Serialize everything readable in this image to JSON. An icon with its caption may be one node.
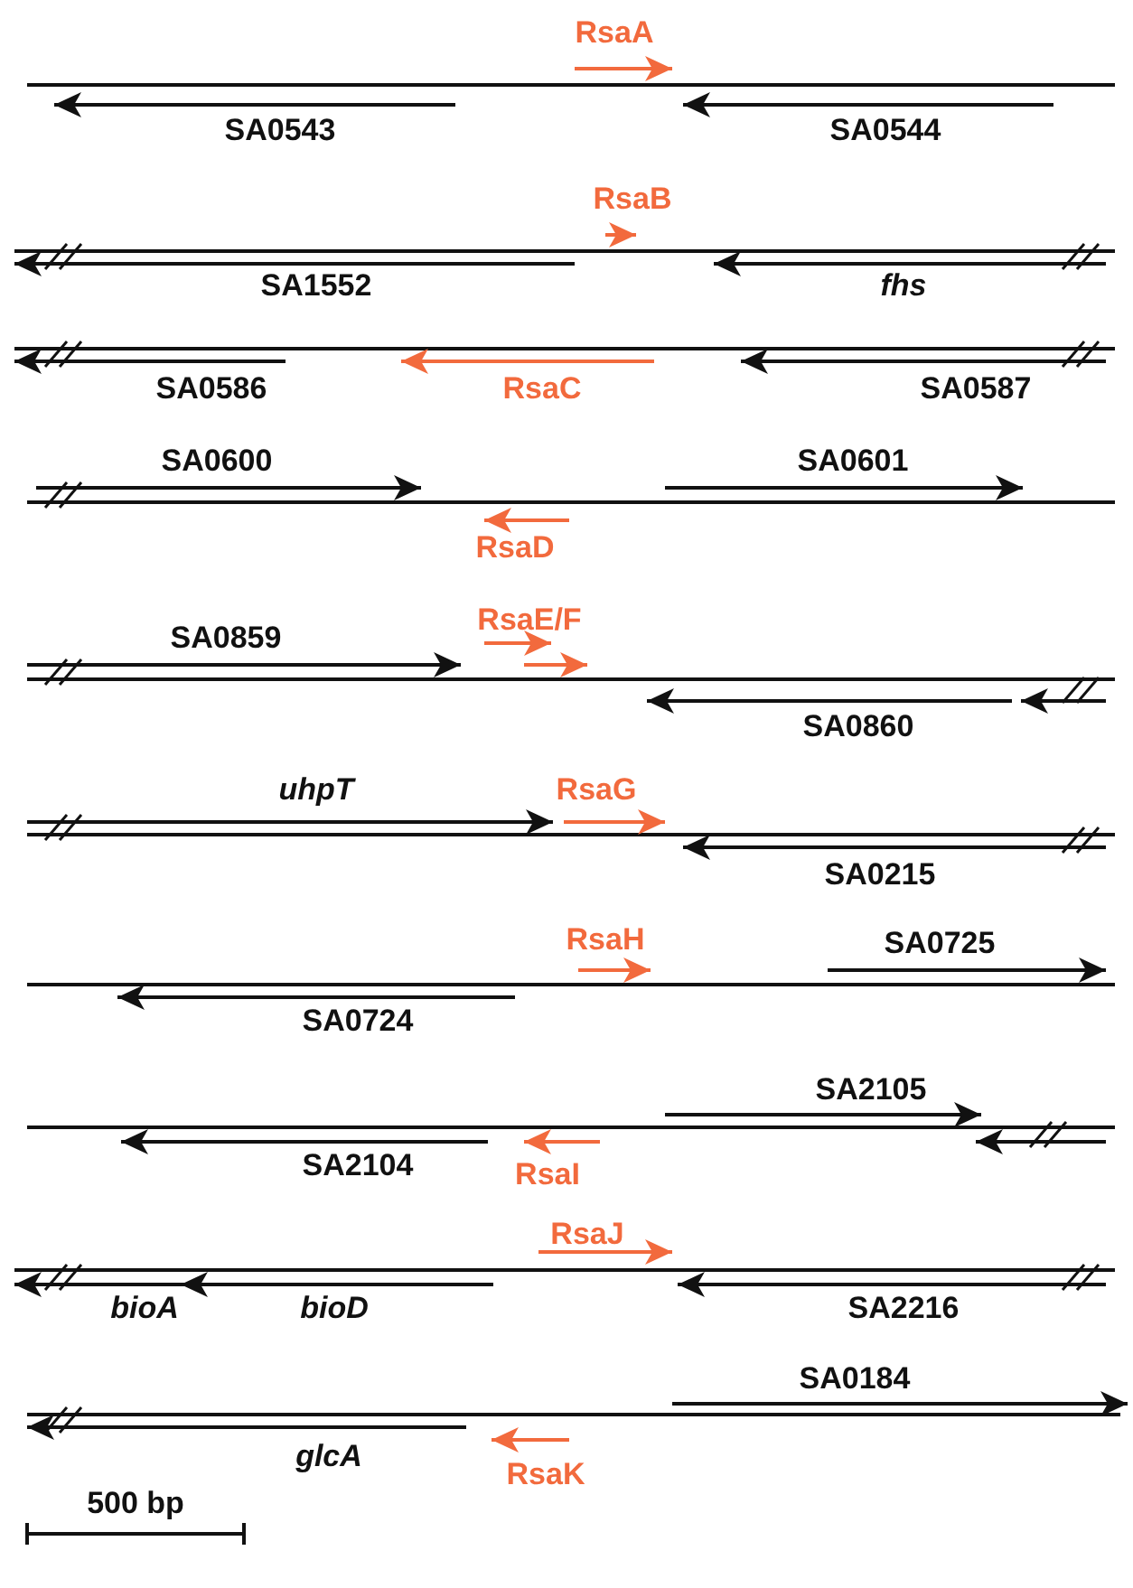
{
  "diagram": {
    "labels": [
      "RsaA",
      "SA0543",
      "SA0544",
      "RsaB",
      "SA1552",
      "fhs",
      "SA0586",
      "RsaC",
      "SA0587",
      "SA0600",
      "SA0601",
      "RsaD",
      "SA0859",
      "RsaE/F",
      "SA0860",
      "uhpT",
      "RsaG",
      "SA0215",
      "RsaH",
      "SA0725",
      "SA0724",
      "SA2105",
      "SA2104",
      "RsaI",
      "RsaJ",
      "bioA",
      "bioD",
      "SA2216",
      "SA0184",
      "glcA",
      "RsaK",
      "500 bp"
    ]
  }
}
